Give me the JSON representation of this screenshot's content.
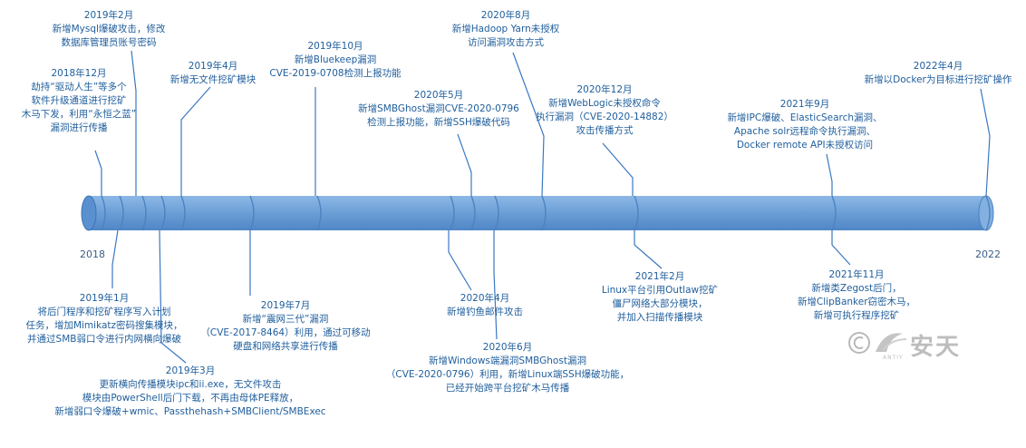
{
  "timeline": {
    "start_label": "2018",
    "end_label": "2022",
    "bar_color": "#6b9ed6",
    "ring_color": "#4c82bf",
    "line_color": "#3a78c2"
  },
  "events": [
    {
      "id": "e201812",
      "date": "2018年12月",
      "text": "劫持“驱动人生”等多个\n软件升级通道进行挖矿\n木马下发，利用“永恒之蓝”\n漏洞进行传播"
    },
    {
      "id": "e201901",
      "date": "2019年1月",
      "text": "将后门程序和挖矿程序写入计划\n任务，增加Mimikatz密码搜集模块，\n并通过SMB弱口令进行内网横向爆破"
    },
    {
      "id": "e201902",
      "date": "2019年2月",
      "text": "新增Mysql爆破攻击，修改\n数据库管理员账号密码"
    },
    {
      "id": "e201903",
      "date": "2019年3月",
      "text": "更新横向传播模块ipc和ii.exe，无文件攻击\n模块由PowerShell后门下载，不再由母体PE释放，\n新增弱口令爆破+wmic、Passthehash+SMBClient/SMBExec"
    },
    {
      "id": "e201904",
      "date": "2019年4月",
      "text": "新增无文件挖矿模块"
    },
    {
      "id": "e201907",
      "date": "2019年7月",
      "text": "新增“震网三代”漏洞\n（CVE-2017-8464）利用，通过可移动\n硬盘和网络共享进行传播"
    },
    {
      "id": "e201910",
      "date": "2019年10月",
      "text": "新增Bluekeep漏洞\nCVE-2019-0708检测上报功能"
    },
    {
      "id": "e202004",
      "date": "2020年4月",
      "text": "新增钓鱼邮件攻击"
    },
    {
      "id": "e202005",
      "date": "2020年5月",
      "text": "新增SMBGhost漏洞CVE-2020-0796\n检测上报功能，新增SSH爆破代码"
    },
    {
      "id": "e202006",
      "date": "2020年6月",
      "text": "新增Windows端漏洞SMBGhost漏洞\n（CVE-2020-0796）利用，新增Linux端SSH爆破功能，\n已经开始跨平台挖矿木马传播"
    },
    {
      "id": "e202008",
      "date": "2020年8月",
      "text": "新增Hadoop Yarn未授权\n访问漏洞攻击方式"
    },
    {
      "id": "e202012",
      "date": "2020年12月",
      "text": "新增WebLogic未授权命令\n执行漏洞（CVE-2020-14882）\n攻击传播方式"
    },
    {
      "id": "e202102",
      "date": "2021年2月",
      "text": "Linux平台引用Outlaw挖矿\n僵尸网络大部分模块，\n并加入扫描传播模块"
    },
    {
      "id": "e202109",
      "date": "2021年9月",
      "text": "新增IPC爆破、ElasticSearch漏洞、\nApache solr远程命令执行漏洞、\nDocker remote API未授权访问"
    },
    {
      "id": "e202111",
      "date": "2021年11月",
      "text": "新增类Zegost后门，\n新增ClipBanker窃密木马，\n新增可执行程序挖矿"
    },
    {
      "id": "e202204",
      "date": "2022年4月",
      "text": "新增以Docker为目标进行挖矿操作"
    }
  ],
  "watermark": {
    "text": "安天",
    "sub": "ANTIY"
  }
}
